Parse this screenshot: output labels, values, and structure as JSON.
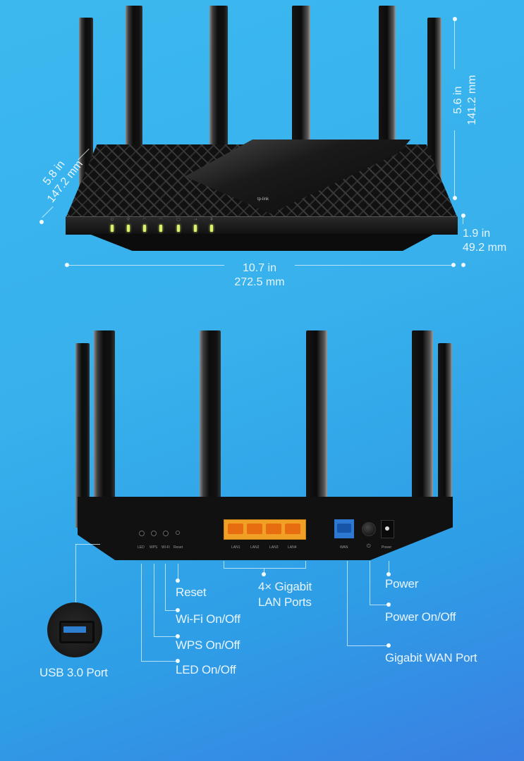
{
  "top_view": {
    "depth": {
      "in": "5.8 in",
      "mm": "147.2 mm"
    },
    "antenna_height": {
      "in": "5.6 in",
      "mm": "141.2 mm"
    },
    "body_height": {
      "in": "1.9 in",
      "mm": "49.2 mm"
    },
    "width": {
      "in": "10.7 in",
      "mm": "272.5 mm"
    },
    "led_count": 7,
    "led_color": "#d9f36a",
    "brand_logo": "tp-link"
  },
  "back_view": {
    "button_labels": [
      "LED",
      "WPS",
      "Wi-Fi",
      "Reset"
    ],
    "lan_port_labels": [
      "LAN1",
      "LAN2",
      "LAN3",
      "LAN4"
    ],
    "wan_label": "WAN",
    "power_button_label": "⏻",
    "power_jack_label": "Power",
    "lan_color": "#f0a024",
    "wan_color": "#2d78d2"
  },
  "callouts": {
    "reset": "Reset",
    "wifi": "Wi-Fi On/Off",
    "wps": "WPS On/Off",
    "led": "LED On/Off",
    "lan_line1": "4× Gigabit",
    "lan_line2": "LAN Ports",
    "power": "Power",
    "power_onoff": "Power On/Off",
    "wan": "Gigabit WAN Port",
    "usb": "USB 3.0 Port"
  },
  "colors": {
    "background_top": "#3cb8ef",
    "background_bottom_right": "#3a7fe2",
    "text": "#e8f5ff"
  }
}
